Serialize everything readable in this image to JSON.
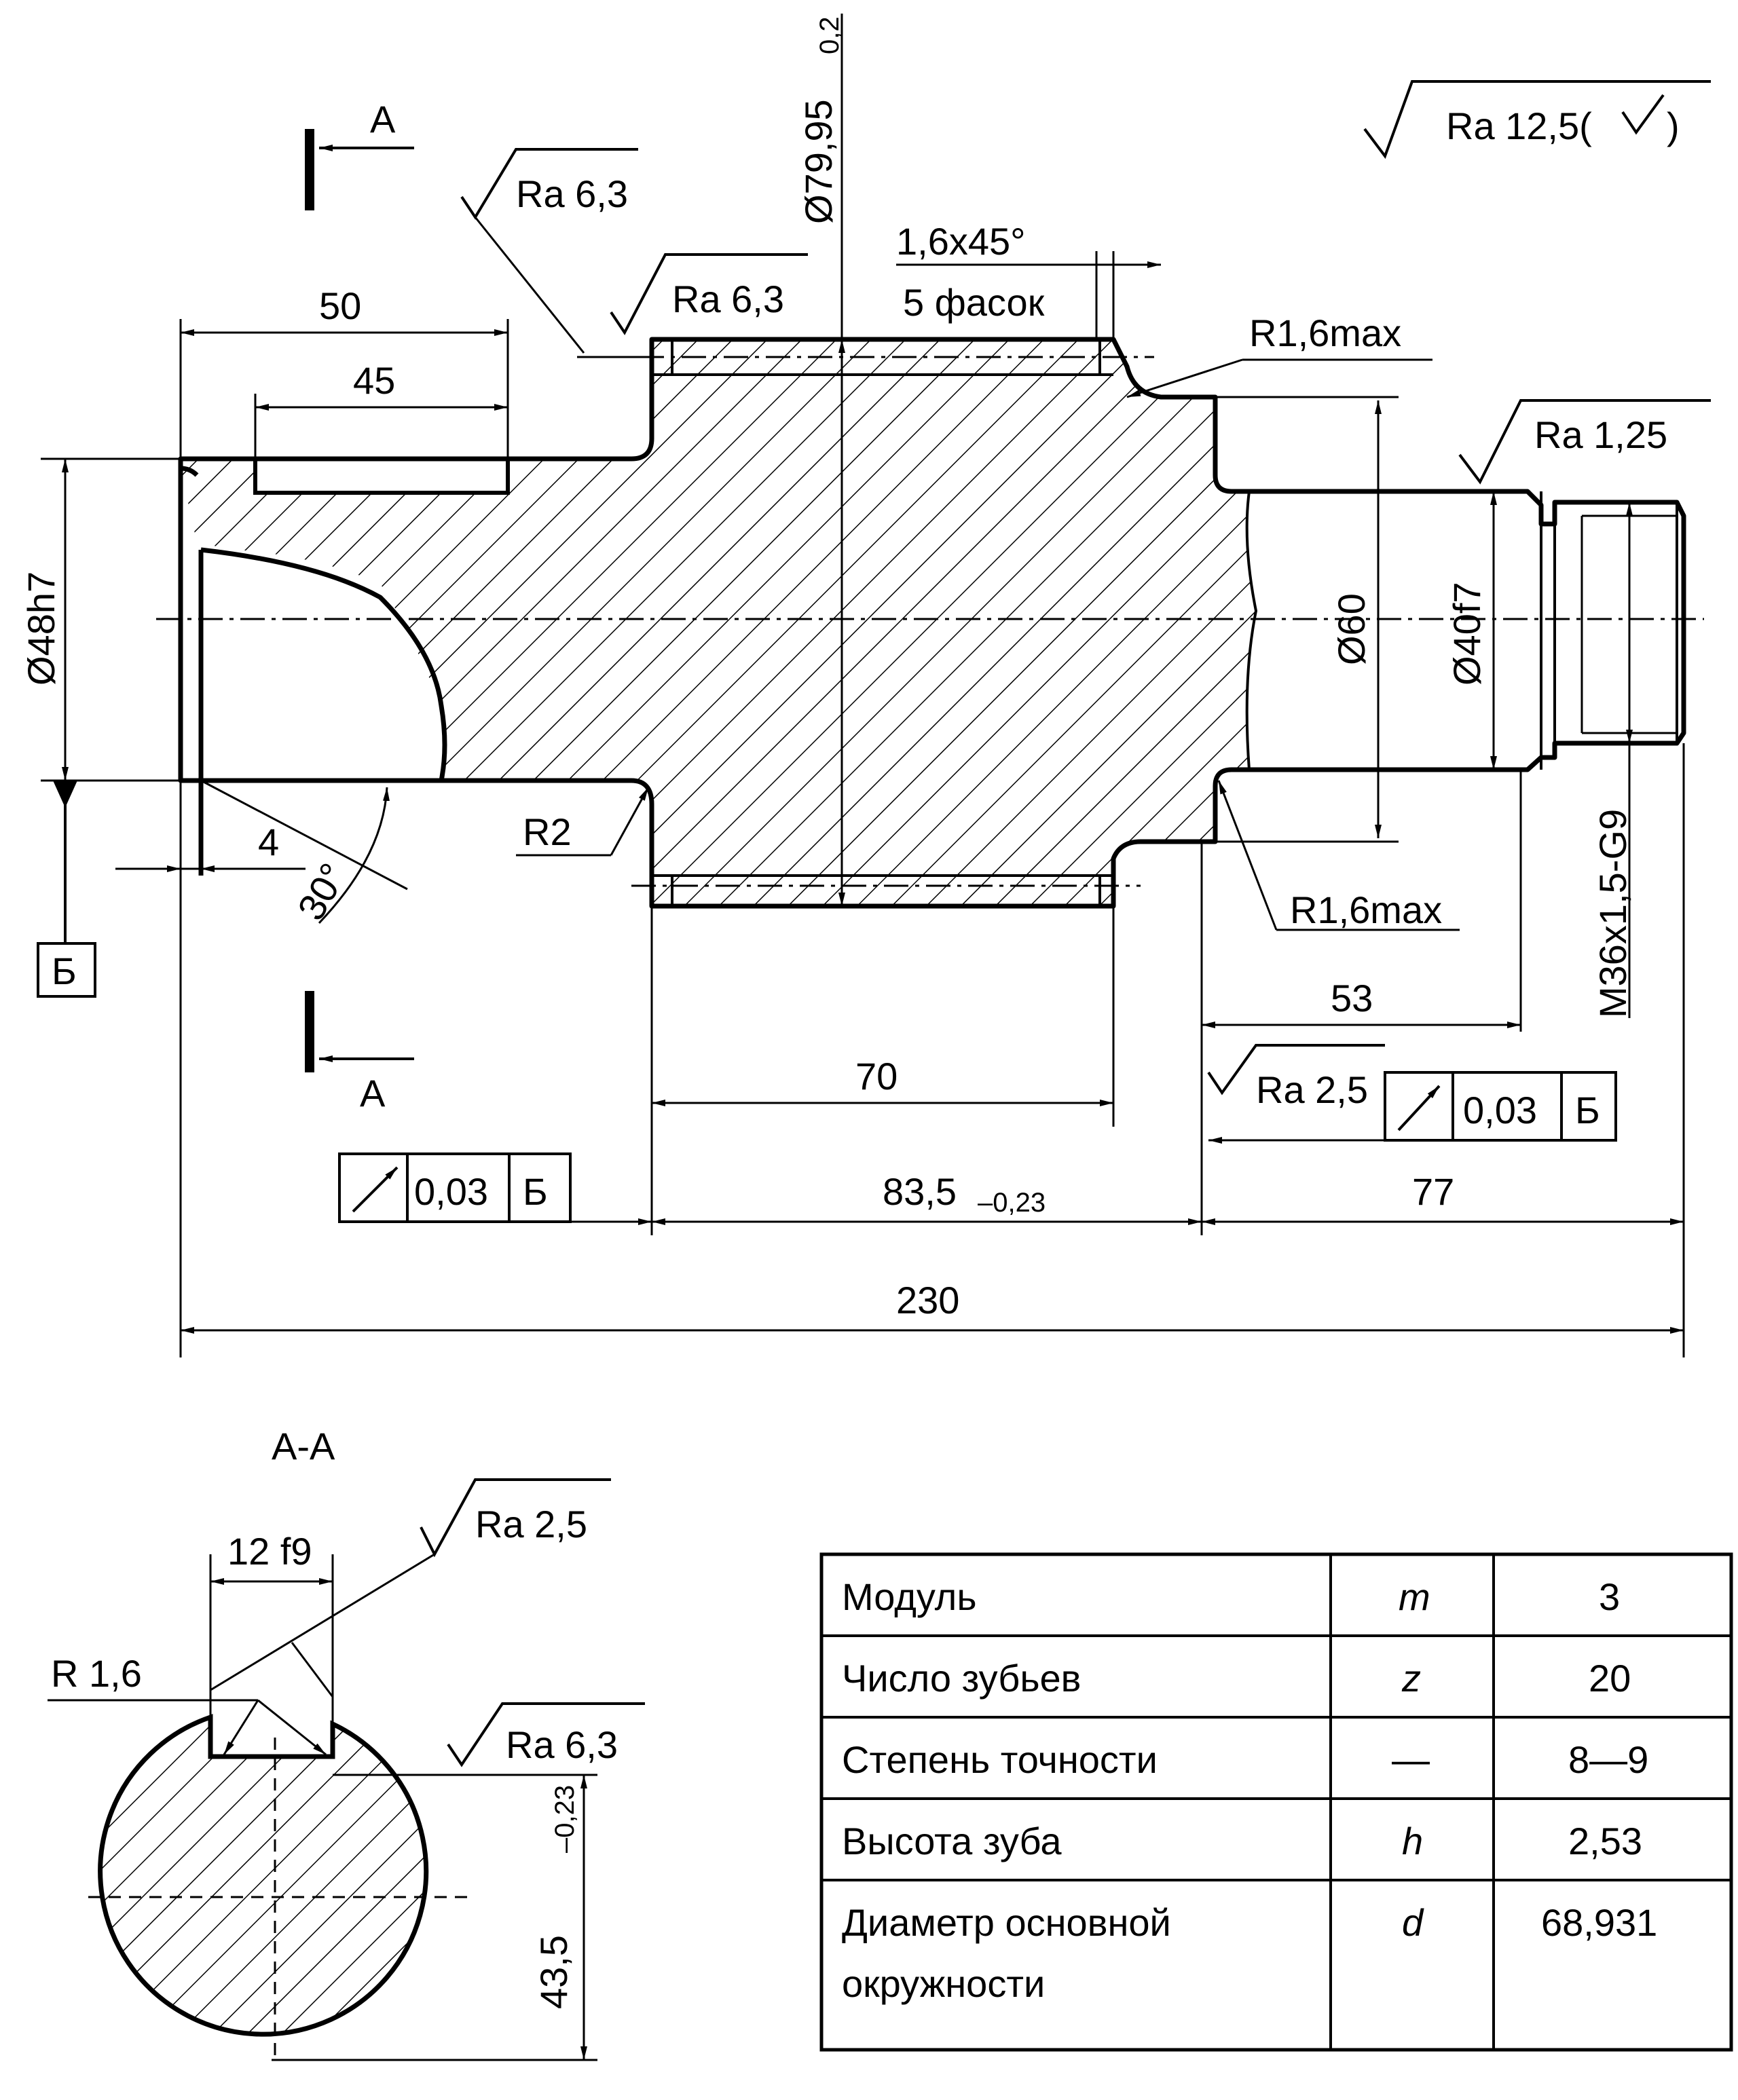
{
  "surface_general": "Ra 12,5(",
  "surface_general_tail": ")",
  "section_letter": "A",
  "base_letter": "Б",
  "dims": {
    "d_gear": "Ø79,95",
    "d_gear_tol": "0,2",
    "chamfer_1": "1,6x45°",
    "chamfer_2": "5 фасок",
    "len_50": "50",
    "len_45": "45",
    "d_48": "Ø48h7",
    "d_60": "Ø60",
    "d_40": "Ø40f7",
    "thread": "M36x1,5-G9",
    "len_4": "4",
    "angle_30": "30°",
    "r2": "R2",
    "r16_top": "R1,6max",
    "r16_bottom": "R1,6max",
    "len_53": "53",
    "len_70": "70",
    "len_835": "83,5",
    "len_835_tol": "–0,23",
    "len_77": "77",
    "len_230": "230"
  },
  "roughness": {
    "ra_63_a": "Ra 6,3",
    "ra_63_b": "Ra 6,3",
    "ra_125": "Ra 1,25",
    "ra_25": "Ra 2,5"
  },
  "runout_left": {
    "value": "0,03",
    "base": "Б"
  },
  "runout_right": {
    "value": "0,03",
    "base": "Б"
  },
  "section": {
    "title": "А-А",
    "width": "12 f9",
    "radius": "R 1,6",
    "ra_25": "Ra 2,5",
    "ra_63": "Ra 6,3",
    "depth": "43,5",
    "depth_tol": "–0,23"
  },
  "gear_table": [
    {
      "param": "Модуль",
      "symbol": "m",
      "value": "3"
    },
    {
      "param": "Число зубьев",
      "symbol": "z",
      "value": "20"
    },
    {
      "param": "Степень точности",
      "symbol": "—",
      "value": "8—9"
    },
    {
      "param": "Высота зуба",
      "symbol": "h",
      "value": "2,53"
    },
    {
      "param": "Диаметр основной",
      "param_line2": "окружности",
      "symbol": "d",
      "value": "68,931"
    }
  ]
}
